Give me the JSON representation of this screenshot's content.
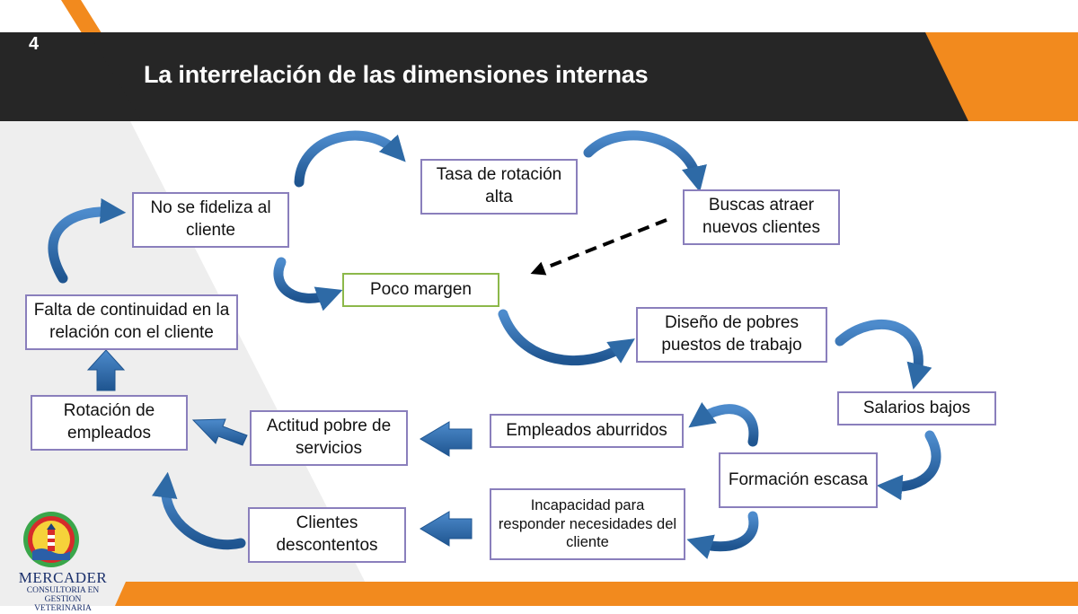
{
  "slide": {
    "number": "4",
    "title": "La interrelación de las dimensiones internas"
  },
  "colors": {
    "header_bar": "#262626",
    "accent_orange": "#f28a1e",
    "box_border": "#8a7fbc",
    "highlight_border": "#8cb84a",
    "arrow_blue": "#2e6aa6",
    "background_gray": "#eeeeee"
  },
  "nodes": {
    "no_fideliza": "No se fideliza al cliente",
    "tasa_rotacion": "Tasa de rotación alta",
    "buscas_atraer": "Buscas atraer nuevos clientes",
    "poco_margen": "Poco margen",
    "falta_continuidad": "Falta de continuidad en la relación con el cliente",
    "diseno_pobres": "Diseño de pobres puestos de trabajo",
    "salarios_bajos": "Salarios bajos",
    "rotacion_empleados": "Rotación de empleados",
    "actitud_pobre": "Actitud pobre de servicios",
    "empleados_aburridos": "Empleados aburridos",
    "formacion_escasa": "Formación escasa",
    "clientes_descontentos": "Clientes descontentos",
    "incapacidad": "Incapacidad para responder necesidades del cliente"
  },
  "logo": {
    "name": "MERCADER",
    "tagline_line1": "CONSULTORIA EN",
    "tagline_line2": "GESTION VETERINARIA"
  }
}
